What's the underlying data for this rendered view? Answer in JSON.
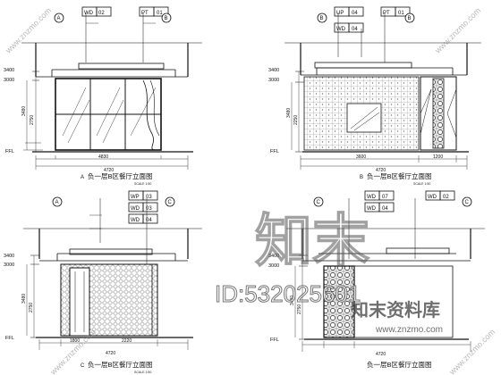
{
  "tags": {
    "wd": "WD",
    "pt": "PT",
    "up": "UP",
    "wp": "WP",
    "n02": "02",
    "n01": "01",
    "n04": "04",
    "n03": "03",
    "n07": "07"
  },
  "grid_markers": [
    "A",
    "B",
    "C"
  ],
  "levels": {
    "l3400": "3400",
    "l3000": "3000",
    "ffl": "FFL"
  },
  "dims": {
    "d3480": "3480",
    "d2750": "2750",
    "d2250": "2250",
    "d4830": "4830",
    "d4720": "4720",
    "d3600": "3600",
    "d1200": "1200",
    "d1800": "1800",
    "d2220": "2220"
  },
  "titles": {
    "a": "负一层B区餐厅立面图",
    "b": "负一层B区餐厅立面图",
    "c": "负一层B区餐厅立面图",
    "d": "负一层B区餐厅立面图"
  },
  "letters": {
    "a": "A",
    "b": "B",
    "c": "C"
  },
  "scale": "SCALE 1:50",
  "watermark": {
    "brand_cn": "知末",
    "id": "ID:532025601",
    "site_cn": "知末资料库",
    "url": "www.znzmo.com",
    "corner_url": "www.znzmo.com"
  },
  "colors": {
    "line": "#111111",
    "thin": "#333333"
  }
}
